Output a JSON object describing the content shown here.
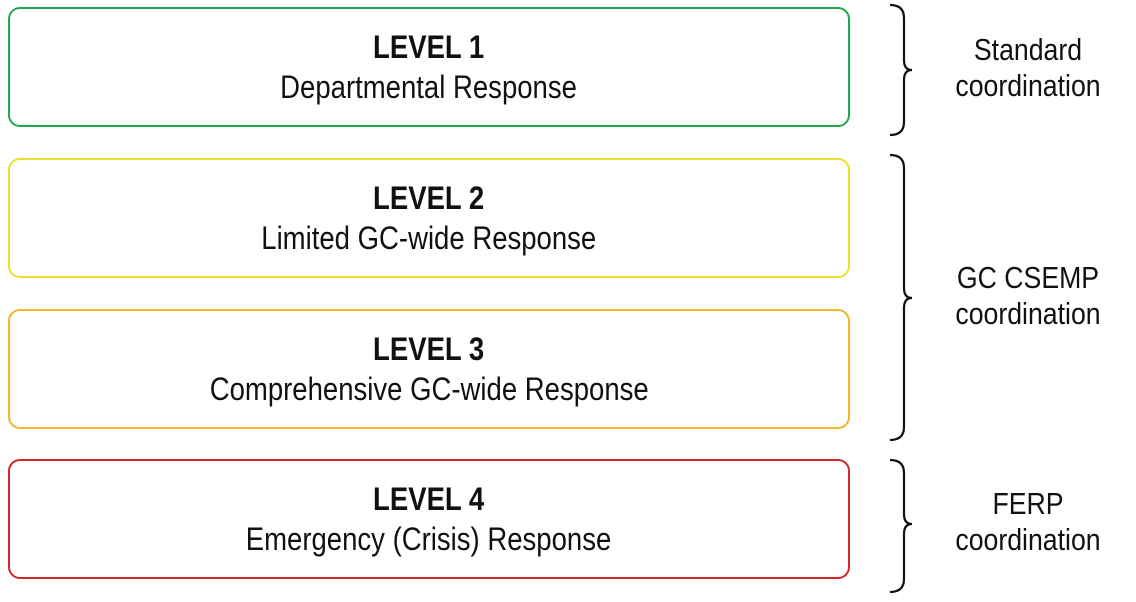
{
  "levels": [
    {
      "title": "LEVEL 1",
      "description": "Departmental Response",
      "color": "#22a84a"
    },
    {
      "title": "LEVEL 2",
      "description": "Limited GC-wide Response",
      "color": "#e8e22a"
    },
    {
      "title": "LEVEL 3",
      "description": "Comprehensive GC-wide Response",
      "color": "#f2b52a"
    },
    {
      "title": "LEVEL 4",
      "description": "Emergency (Crisis) Response",
      "color": "#d2262a"
    }
  ],
  "coordination": [
    {
      "line1": "Standard",
      "line2": "coordination"
    },
    {
      "line1": "GC CSEMP",
      "line2": "coordination"
    },
    {
      "line1": "FERP",
      "line2": "coordination"
    }
  ]
}
